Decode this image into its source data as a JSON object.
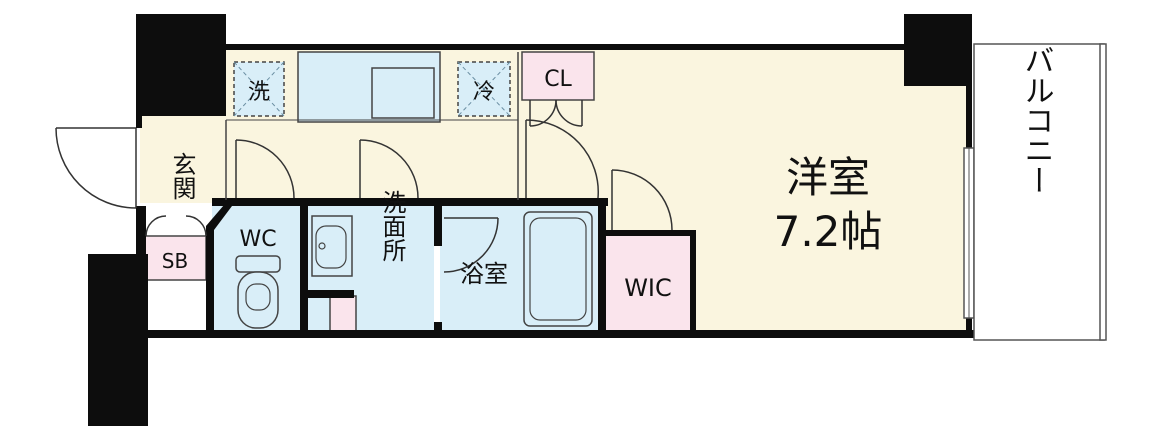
{
  "rooms": {
    "western": {
      "name": "洋室",
      "size": "7.2帖"
    },
    "entrance": "玄関",
    "shoe_box": "SB",
    "toilet": "WC",
    "washroom": "洗面所",
    "bathroom": "浴室",
    "walk_in_closet": "WIC",
    "closet": "CL",
    "washer": "洗",
    "fridge": "冷",
    "balcony": "バルコニー"
  },
  "colors": {
    "wall": "#0d0d0d",
    "western_floor": "#faf5df",
    "wet_area": "#d9eef8",
    "storage": "#fae4ec",
    "balcony": "#ffffff"
  }
}
